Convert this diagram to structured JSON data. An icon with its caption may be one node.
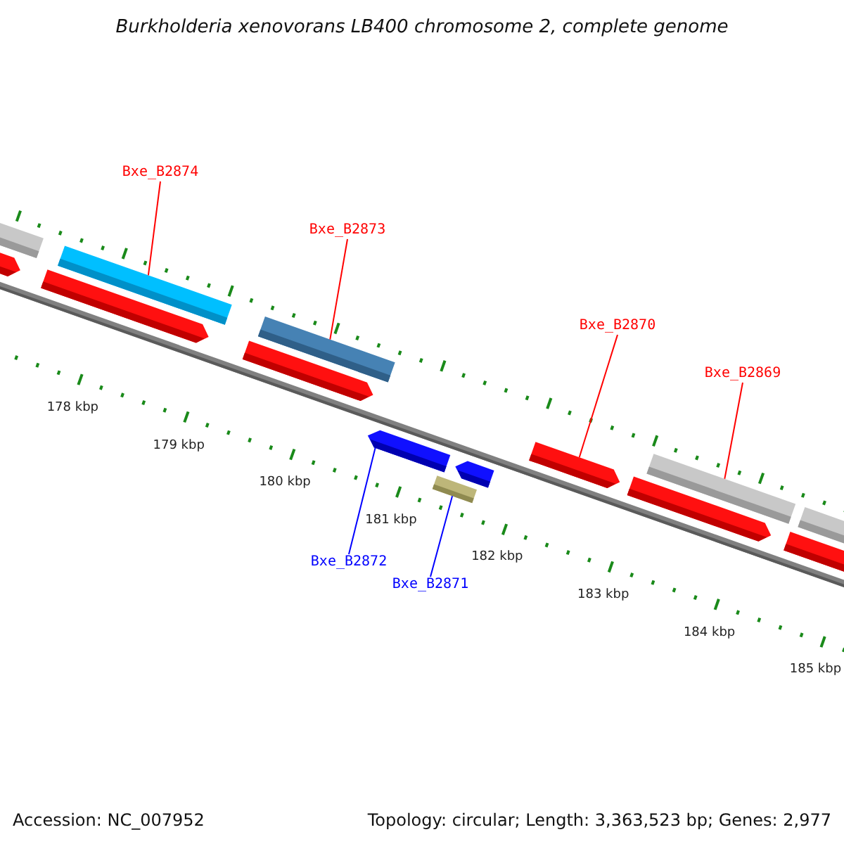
{
  "diagram": {
    "title": "Burkholderia xenovorans LB400 chromosome 2, complete genome",
    "nodes": [
      {
        "text": [
          "Bxe_B2874"
        ]
      },
      {
        "text": [],
        "shape": "bar"
      },
      {
        "text": [
          "Bxe_B2873"
        ]
      },
      {
        "text": [],
        "shape": "bar"
      },
      {
        "text": [
          "Bxe_B2870"
        ]
      },
      {
        "text": [],
        "shape": "bar"
      },
      {
        "text": [
          "Bxe_B2869"
        ]
      },
      {
        "text": [],
        "shape": "bar"
      },
      {
        "text": [
          "Bxe_B2872"
        ]
      },
      {
        "text": [],
        "shape": "bar"
      },
      {
        "text": [
          "Bxe_B2871"
        ]
      },
      {
        "text": [],
        "shape": "bar"
      }
    ],
    "edges": [
      {
        "from": 0,
        "to": 1,
        "arrow": "none"
      },
      {
        "from": 2,
        "to": 3,
        "arrow": "none"
      },
      {
        "from": 4,
        "to": 5,
        "arrow": "none"
      },
      {
        "from": 6,
        "to": 7,
        "arrow": "none"
      },
      {
        "from": 8,
        "to": 9,
        "arrow": "none",
        "color": "#0000ff"
      },
      {
        "from": 10,
        "to": 11,
        "arrow": "none",
        "color": "#0000ff"
      }
    ],
    "labels": [
      "178 kbp",
      "179 kbp",
      "180 kbp",
      "181 kbp",
      "182 kbp",
      "183 kbp",
      "184 kbp",
      "185 kbp",
      "Accession: NC_007952",
      "Topology: circular; Length: 3,363,523 bp; Genes: 2,977"
    ]
  }
}
